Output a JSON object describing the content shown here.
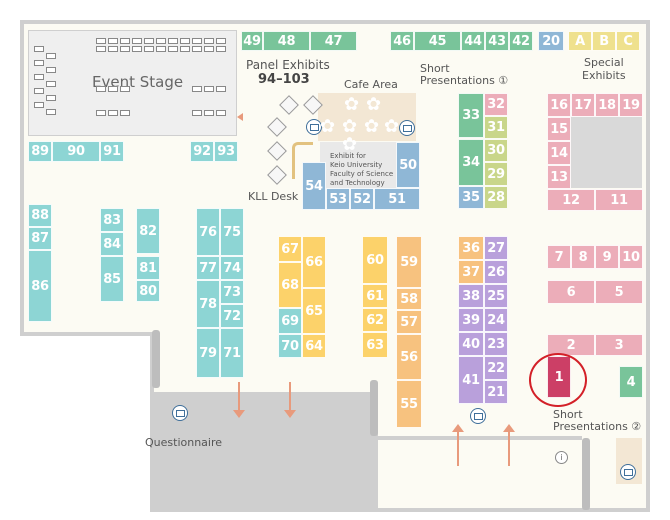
{
  "labels": {
    "event_stage": "Event Stage",
    "panel_exhibits": "Panel Exhibits",
    "panel_range": "94–103",
    "cafe_area": "Cafe Area",
    "short_pres_1": "Short",
    "short_pres_1b": "Presentations ①",
    "special_1": "Special",
    "special_2": "Exhibits",
    "kll_desk": "KLL Desk",
    "keio_1": "Exhibit for",
    "keio_2": "Keio University",
    "keio_3": "Faculty of Science",
    "keio_4": "and Technology",
    "questionnaire": "Questionnaire",
    "short_pres_2": "Short",
    "short_pres_2b": "Presentations ②",
    "info_glyph": "i"
  },
  "colors": {
    "green": "#79c49a",
    "blue": "#8fb7d6",
    "teal": "#8dd5d4",
    "pink": "#ecadb9",
    "highlight_booth": "#cc3f66",
    "yellow": "#fcd26a",
    "orange": "#f7c27f",
    "lime": "#c9d68a",
    "purple": "#b9a0db",
    "gold": "#efe18e",
    "highlight_ring": "#d32028"
  },
  "highlighted_booth": "1",
  "booths": [
    {
      "id": "49",
      "c": "green"
    },
    {
      "id": "48",
      "c": "green"
    },
    {
      "id": "47",
      "c": "green"
    },
    {
      "id": "46",
      "c": "green"
    },
    {
      "id": "45",
      "c": "green"
    },
    {
      "id": "44",
      "c": "green"
    },
    {
      "id": "43",
      "c": "green"
    },
    {
      "id": "42",
      "c": "green"
    },
    {
      "id": "20",
      "c": "blue"
    },
    {
      "id": "A",
      "c": "gold"
    },
    {
      "id": "B",
      "c": "gold"
    },
    {
      "id": "C",
      "c": "gold"
    },
    {
      "id": "89",
      "c": "teal"
    },
    {
      "id": "90",
      "c": "teal"
    },
    {
      "id": "91",
      "c": "teal"
    },
    {
      "id": "92",
      "c": "teal"
    },
    {
      "id": "93",
      "c": "teal"
    },
    {
      "id": "33",
      "c": "green"
    },
    {
      "id": "32",
      "c": "pink"
    },
    {
      "id": "31",
      "c": "lime"
    },
    {
      "id": "34",
      "c": "green"
    },
    {
      "id": "30",
      "c": "lime"
    },
    {
      "id": "29",
      "c": "lime"
    },
    {
      "id": "35",
      "c": "blue"
    },
    {
      "id": "28",
      "c": "lime"
    },
    {
      "id": "16",
      "c": "pink"
    },
    {
      "id": "17",
      "c": "pink"
    },
    {
      "id": "18",
      "c": "pink"
    },
    {
      "id": "19",
      "c": "pink"
    },
    {
      "id": "15",
      "c": "pink"
    },
    {
      "id": "14",
      "c": "pink"
    },
    {
      "id": "13",
      "c": "pink"
    },
    {
      "id": "12",
      "c": "pink"
    },
    {
      "id": "11",
      "c": "pink"
    },
    {
      "id": "50",
      "c": "blue"
    },
    {
      "id": "54",
      "c": "blue"
    },
    {
      "id": "53",
      "c": "blue"
    },
    {
      "id": "52",
      "c": "blue"
    },
    {
      "id": "51",
      "c": "blue"
    },
    {
      "id": "88",
      "c": "teal"
    },
    {
      "id": "87",
      "c": "teal"
    },
    {
      "id": "86",
      "c": "teal"
    },
    {
      "id": "83",
      "c": "teal"
    },
    {
      "id": "84",
      "c": "teal"
    },
    {
      "id": "85",
      "c": "teal"
    },
    {
      "id": "82",
      "c": "teal"
    },
    {
      "id": "81",
      "c": "teal"
    },
    {
      "id": "80",
      "c": "teal"
    },
    {
      "id": "76",
      "c": "teal"
    },
    {
      "id": "75",
      "c": "teal"
    },
    {
      "id": "77",
      "c": "teal"
    },
    {
      "id": "74",
      "c": "teal"
    },
    {
      "id": "78",
      "c": "teal"
    },
    {
      "id": "73",
      "c": "teal"
    },
    {
      "id": "72",
      "c": "teal"
    },
    {
      "id": "79",
      "c": "teal"
    },
    {
      "id": "71",
      "c": "teal"
    },
    {
      "id": "67",
      "c": "yellow"
    },
    {
      "id": "66",
      "c": "yellow"
    },
    {
      "id": "68",
      "c": "yellow"
    },
    {
      "id": "65",
      "c": "yellow"
    },
    {
      "id": "69",
      "c": "teal"
    },
    {
      "id": "70",
      "c": "teal"
    },
    {
      "id": "64",
      "c": "yellow"
    },
    {
      "id": "60",
      "c": "yellow"
    },
    {
      "id": "61",
      "c": "yellow"
    },
    {
      "id": "62",
      "c": "yellow"
    },
    {
      "id": "63",
      "c": "yellow"
    },
    {
      "id": "59",
      "c": "orange"
    },
    {
      "id": "58",
      "c": "orange"
    },
    {
      "id": "57",
      "c": "orange"
    },
    {
      "id": "56",
      "c": "orange"
    },
    {
      "id": "55",
      "c": "orange"
    },
    {
      "id": "36",
      "c": "orange"
    },
    {
      "id": "27",
      "c": "purple"
    },
    {
      "id": "37",
      "c": "orange"
    },
    {
      "id": "26",
      "c": "purple"
    },
    {
      "id": "38",
      "c": "purple"
    },
    {
      "id": "25",
      "c": "purple"
    },
    {
      "id": "39",
      "c": "purple"
    },
    {
      "id": "24",
      "c": "purple"
    },
    {
      "id": "40",
      "c": "purple"
    },
    {
      "id": "23",
      "c": "purple"
    },
    {
      "id": "41",
      "c": "purple"
    },
    {
      "id": "22",
      "c": "purple"
    },
    {
      "id": "21",
      "c": "purple"
    },
    {
      "id": "7",
      "c": "pink"
    },
    {
      "id": "8",
      "c": "pink"
    },
    {
      "id": "9",
      "c": "pink"
    },
    {
      "id": "10",
      "c": "pink"
    },
    {
      "id": "6",
      "c": "pink"
    },
    {
      "id": "5",
      "c": "pink"
    },
    {
      "id": "2",
      "c": "pink"
    },
    {
      "id": "3",
      "c": "pink"
    },
    {
      "id": "1",
      "c": "highlight_booth"
    },
    {
      "id": "4",
      "c": "green"
    }
  ]
}
